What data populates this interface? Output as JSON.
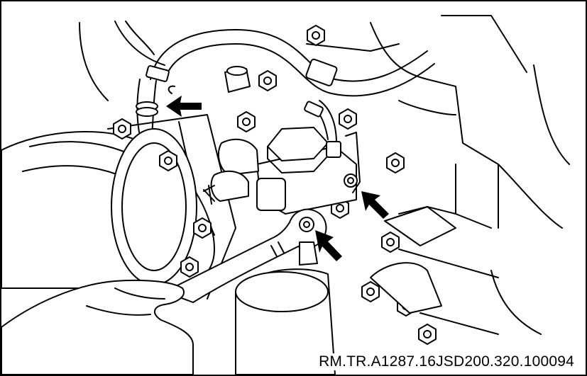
{
  "figure": {
    "reference_code": "RM.TR.A1287.16JSD200.320.100094",
    "callouts": [
      {
        "id": "hose-clamp",
        "icon": "arrow-icon"
      },
      {
        "id": "bracket-bolt",
        "icon": "arrow-icon"
      },
      {
        "id": "wrench-bolt",
        "icon": "arrow-icon"
      }
    ],
    "colors": {
      "line": "#000000",
      "background": "#ffffff"
    }
  }
}
